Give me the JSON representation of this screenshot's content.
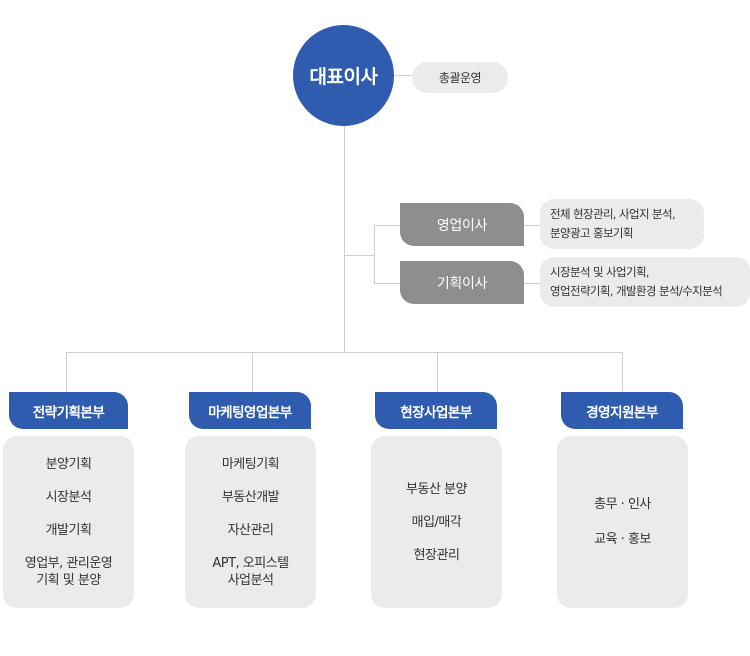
{
  "ceo": {
    "title": "대표이사",
    "role": "총괄운영"
  },
  "executives": [
    {
      "title": "영업이사",
      "desc_lines": [
        "전체 현장관리, 사업지 분석,",
        "분양광고 홍보기획"
      ]
    },
    {
      "title": "기획이사",
      "desc_lines": [
        "시장분석 및 사업기획,",
        "영업전략기획, 개발환경 분석/수지분석"
      ]
    }
  ],
  "departments": [
    {
      "title": "전략기획본부",
      "items": [
        "분양기획",
        "시장분석",
        "개발기획",
        "영업부, 관리운영\n기획 및 분양"
      ]
    },
    {
      "title": "마케팅영업본부",
      "items": [
        "마케팅기획",
        "부동산개발",
        "자산관리",
        "APT, 오피스텔\n사업분석"
      ]
    },
    {
      "title": "현장사업본부",
      "items": [
        "부동산 분양",
        "매입/매각",
        "현장관리"
      ]
    },
    {
      "title": "경영지원본부",
      "items": [
        "총무 · 인사",
        "교육 · 홍보"
      ]
    }
  ],
  "colors": {
    "primary": "#2f5caf",
    "secondary": "#8e8e8e",
    "panel": "#ebebeb",
    "line": "#cfcfcf"
  }
}
